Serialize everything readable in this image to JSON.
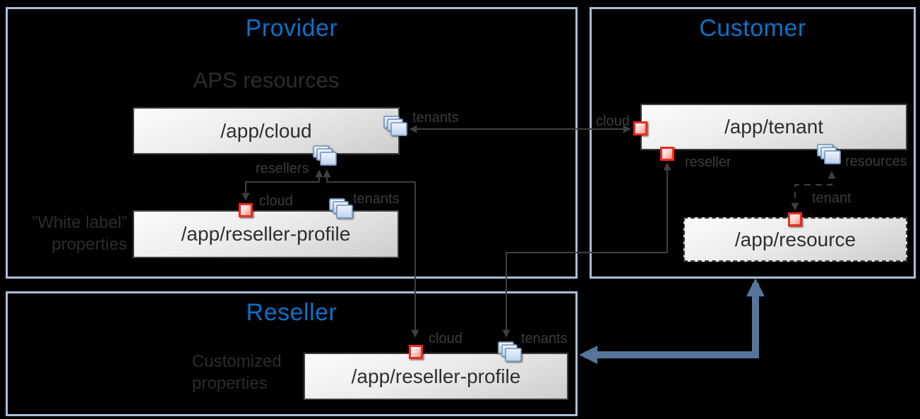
{
  "diagram": {
    "groups": {
      "provider": {
        "title": "Provider",
        "heading": "APS resources",
        "annotation": {
          "line1": "”White label”",
          "line2": "properties"
        }
      },
      "customer": {
        "title": "Customer"
      },
      "reseller": {
        "title": "Reseller",
        "annotation": {
          "line1": "Customized",
          "line2": "properties"
        }
      }
    },
    "nodes": {
      "app_cloud": {
        "label": "/app/cloud"
      },
      "app_reseller_profile_provider": {
        "label": "/app/reseller-profile"
      },
      "app_tenant": {
        "label": "/app/tenant"
      },
      "app_resource": {
        "label": "/app/resource"
      },
      "app_reseller_profile_reseller": {
        "label": "/app/reseller-profile"
      }
    },
    "properties": {
      "cloud_tenants": "tenants",
      "cloud_resellers": "resellers",
      "rp_provider_cloud": "cloud",
      "rp_provider_tenants": "tenants",
      "tenant_cloud": "cloud",
      "tenant_reseller": "reseller",
      "tenant_resources": "resources",
      "resource_tenant": "tenant",
      "rp_reseller_cloud": "cloud",
      "rp_reseller_tenants": "tenants"
    },
    "icons": {
      "collection_icon": "stacked-cards (collection of resources)",
      "link_icon": "red-square (link property)"
    },
    "colors": {
      "background": "#000000",
      "group_border": "#aabfd8",
      "title_blue": "#0a72c8",
      "heading_gray": "#2c2c30",
      "annotation_gray": "#2c2c30",
      "label_gray": "#3c3c40",
      "node_border": "#3f3f3f",
      "node_text": "#2f2f2f",
      "connector": "#3f3f3f",
      "link_red": "#f3291c",
      "collection_border": "#7b9cc0",
      "thick_arrow": "#55759c"
    }
  }
}
